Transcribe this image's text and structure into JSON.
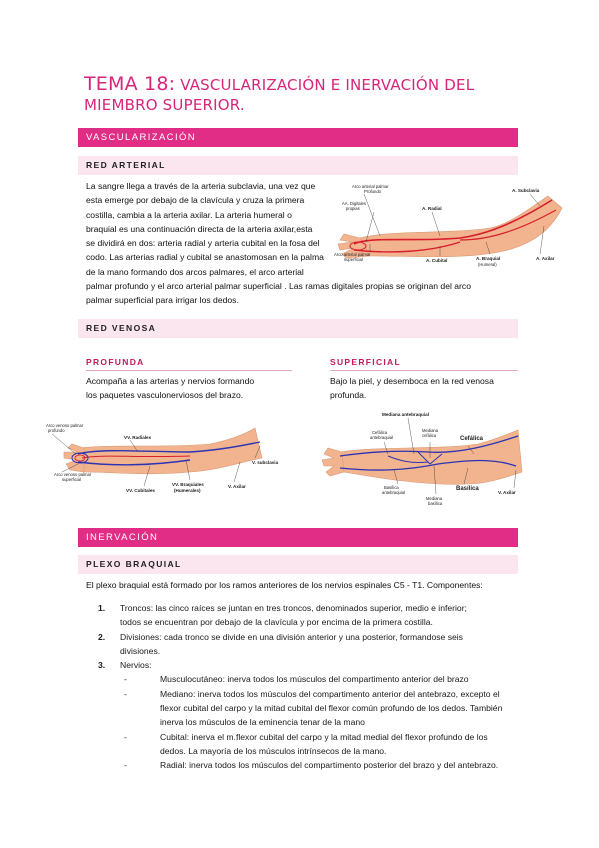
{
  "title": {
    "line1_big": "TEMA 18:",
    "line1_rest": " VASCULARIZACIÓN E INERVACIÓN DEL",
    "line2": "MIEMBRO SUPERIOR."
  },
  "section_vasc": "VASCULARIZACIÓN",
  "red_arterial": {
    "header": "RED ARTERIAL",
    "lines_wrap": [
      "La sangre llega a través de la arteria subclavia, una vez que",
      "esta emerge por debajo de la clavícula y cruza la primera",
      "costilla, cambia a la arteria axilar. La arteria humeral o",
      "braquial es una continuación directa de la arteria axilar,esta",
      "se dividirá en dos: arteria radial y arteria cubital en la fosa del",
      "codo. Las arterias radial y cubital se anastomosan en la palma",
      "de la mano formando dos arcos palmares, el arco arterial"
    ],
    "lines_full": [
      "palmar profundo y el arco arterial palmar superficial . Las ramas digitales propias se originan del arco",
      "palmar superficial para irrigar los dedos."
    ],
    "figure_labels": {
      "arco_profundo": "Arco arterial palmar",
      "arco_profundo2": "Profundo",
      "digitales": "AA. Digitales",
      "digitales2": "propias",
      "radial": "A. Radial",
      "subclavia": "A. Subclavia",
      "arco_superficial": "Arco arterial palmar",
      "arco_superficial2": "superficial",
      "cubital": "A. Cubital",
      "braquial": "A. Braquial",
      "braquial2": "(Humeral)",
      "axilar": "A. Axilar"
    }
  },
  "red_venosa": {
    "header": "RED VENOSA",
    "profunda": {
      "header": "PROFUNDA",
      "lines": [
        "Acompaña a las arterias y nervios formando",
        "los paquetes vasculonerviosos del brazo."
      ],
      "labels": {
        "arco_prof": "Arco venoso palmar",
        "arco_prof2": "profundo",
        "radiales": "VV. Radiales",
        "subclavia": "V. subclavia",
        "arco_sup": "Arco venoso palmar",
        "arco_sup2": "superficial",
        "cubitales": "VV. Cubitales",
        "braquiales": "VV. Braquiales",
        "braquiales2": "(Humerales)",
        "axilar": "V. Axilar"
      }
    },
    "superficial": {
      "header": "SUPERFICIAL",
      "lines": [
        "Bajo la piel, y desemboca en la red venosa",
        "profunda."
      ],
      "labels": {
        "mediana_ante": "Mediana antebraquial",
        "cefalica_ante": "Cefálica",
        "cefalica_ante2": "antebraquial",
        "mediana_cef": "Mediana",
        "mediana_cef2": "cefálica",
        "cefalica": "Cefálica",
        "basilica_ante": "Basílica",
        "basilica_ante2": "antebraquial",
        "mediana_bas": "Mediana",
        "mediana_bas2": "basílica",
        "basilica": "Basílica",
        "axilar": "V. Axilar"
      }
    }
  },
  "section_inerv": "INERVACIÓN",
  "plexo": {
    "header": "PLEXO BRAQUIAL",
    "intro": "El plexo braquial está formado por los ramos anteriores de los nervios espinales C5 - T1. Componentes:",
    "items": [
      {
        "num": "1.",
        "lines": [
          "Troncos: las cinco raíces se juntan en tres troncos, denominados superior, medio e inferior;",
          "todos se encuentran por debajo de la clavícula y por encima de la primera costilla."
        ]
      },
      {
        "num": "2.",
        "lines": [
          "Divisiones: cada tronco se divide en una división anterior y una posterior, formandose seis",
          "divisiones."
        ]
      },
      {
        "num": "3.",
        "lines": [
          "Nervios:"
        ]
      }
    ],
    "nervios": [
      {
        "dash": "-",
        "lines": [
          "Musculocutáneo: inerva todos los músculos del compartimento anterior del brazo"
        ]
      },
      {
        "dash": "-",
        "lines": [
          "Mediano: inerva todos los músculos del compartimento anterior del antebrazo, excepto el",
          "flexor cubital del carpo y la mitad cubital del flexor común profundo de los dedos. También",
          "inerva los músculos de la eminencia tenar de la mano"
        ]
      },
      {
        "dash": "-",
        "lines": [
          "Cubital: inerva el m.flexor cubital del carpo y la mitad medial del flexor profundo de los",
          "dedos. La mayoría de los músculos intrínsecos de la mano."
        ]
      },
      {
        "dash": "-",
        "lines": [
          "Radial: inerva todos los músculos del compartimento posterior del brazo y del antebrazo."
        ]
      }
    ]
  },
  "colors": {
    "accent": "#e12d85",
    "accent_light": "#fbe5ef",
    "title": "#d6257a",
    "artery": "#d81e2c",
    "vein": "#2a34b5",
    "skin": "#f2b48e"
  }
}
